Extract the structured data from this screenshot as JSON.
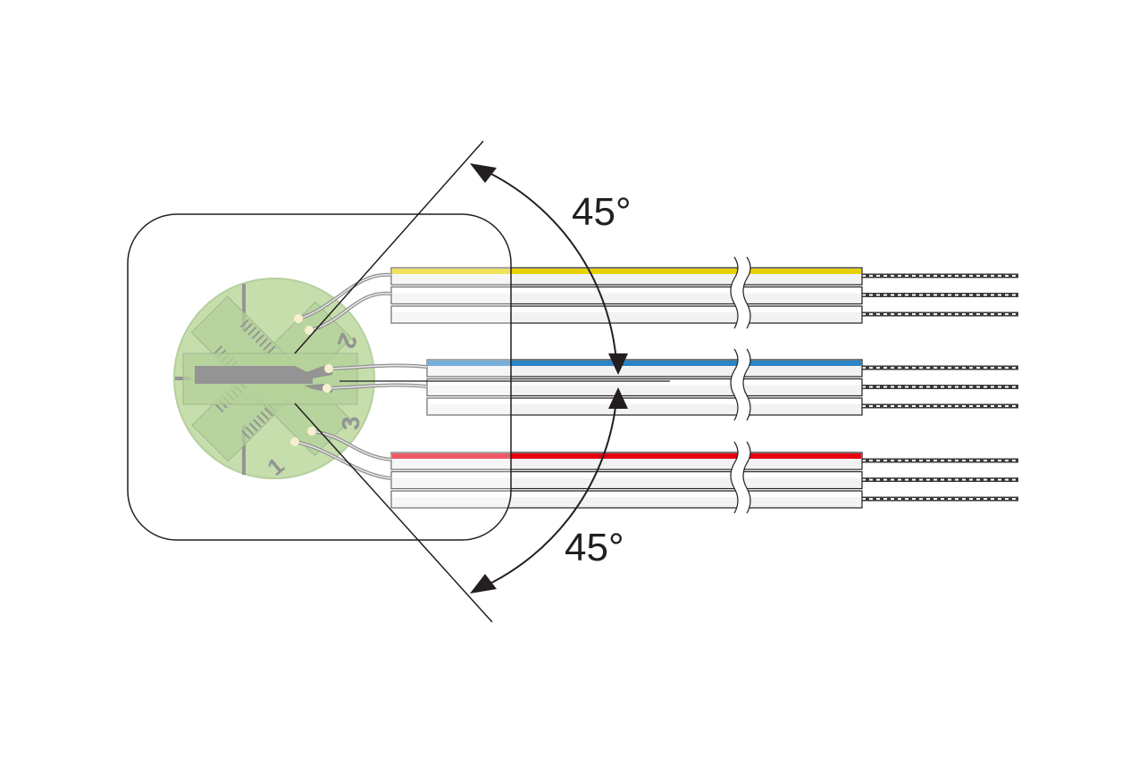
{
  "diagram": {
    "angle_labels": {
      "upper": "45°",
      "lower": "45°"
    },
    "gauge_numbers": {
      "one": "1",
      "two": "2",
      "three": "3"
    },
    "cable_groups": [
      {
        "name": "top",
        "stripe_color": "#e6d200"
      },
      {
        "name": "middle",
        "stripe_color": "#2b84c6"
      },
      {
        "name": "bottom",
        "stripe_color": "#e60012"
      }
    ],
    "colors": {
      "outline": "#231f20",
      "gauge_base": "#a6cc7e",
      "foil": "#5b5b5b",
      "solder": "#f3e9b5",
      "lead": "#555555"
    }
  }
}
